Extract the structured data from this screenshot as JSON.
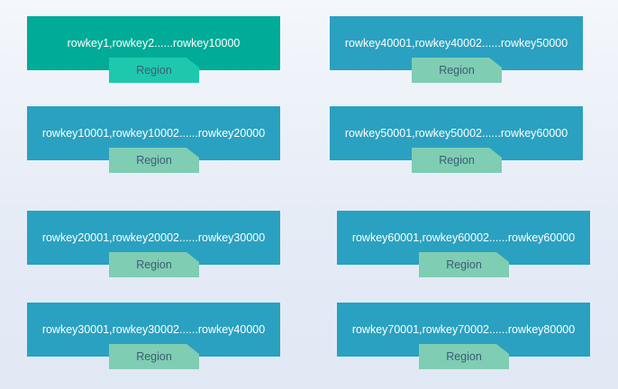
{
  "region_label": "Region",
  "regions": [
    {
      "keys": "rowkey1,rowkey2......rowkey10000"
    },
    {
      "keys": "rowkey10001,rowkey10002......rowkey20000"
    },
    {
      "keys": "rowkey20001,rowkey20002......rowkey30000"
    },
    {
      "keys": "rowkey30001,rowkey30002......rowkey40000"
    },
    {
      "keys": "rowkey40001,rowkey40002......rowkey50000"
    },
    {
      "keys": "rowkey50001,rowkey50002......rowkey60000"
    },
    {
      "keys": "rowkey60001,rowkey60002......rowkey60000"
    },
    {
      "keys": "rowkey70001,rowkey70002......rowkey80000"
    }
  ],
  "colors": {
    "block": "#2aa1c0",
    "block_highlight": "#00ab97",
    "tag": "#7fcdb2",
    "tag_highlight": "#1ec8ad",
    "tag_text": "#3c5e77"
  }
}
